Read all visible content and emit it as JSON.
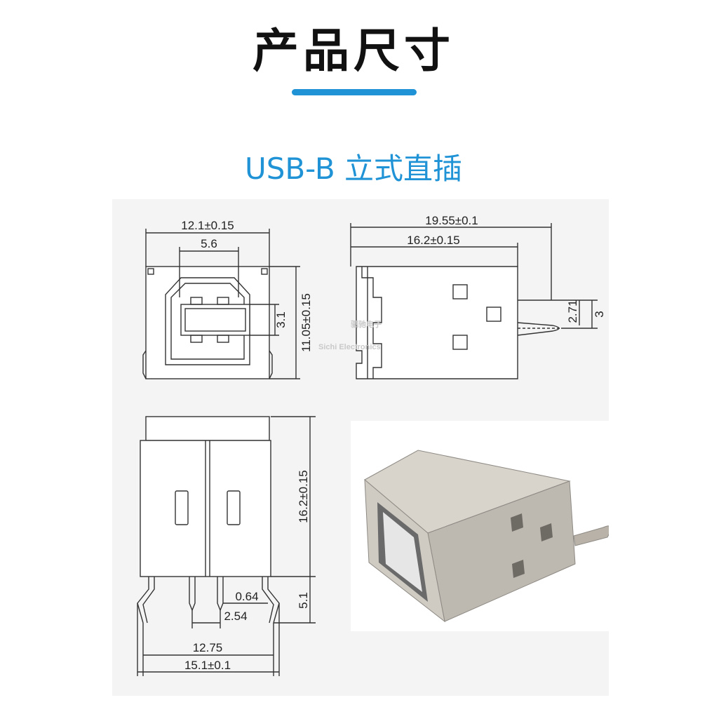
{
  "header": {
    "title": "产品尺寸",
    "accent_color": "#1f93d6"
  },
  "subtitle": "USB-B 立式直插",
  "watermark": {
    "cn": "驷驰电子",
    "en": "Sichi Electronics"
  },
  "front_view": {
    "width": "12.1±0.15",
    "opening": "5.6",
    "height": "11.05±0.15",
    "tongue": "3.1"
  },
  "side_view": {
    "total_length": "19.55±0.1",
    "body_length": "16.2±0.15",
    "pin_offset_a": "2.71",
    "pin_offset_b": "3"
  },
  "top_view": {
    "length": "16.2±0.15",
    "pin_length": "5.1",
    "pin_width": "0.64",
    "pin_pitch": "2.54",
    "leg_span": "12.75",
    "width": "15.1±0.1"
  },
  "photo": {
    "metal_color": "#c8c4bc",
    "insulator_color": "#e6e6e6"
  }
}
